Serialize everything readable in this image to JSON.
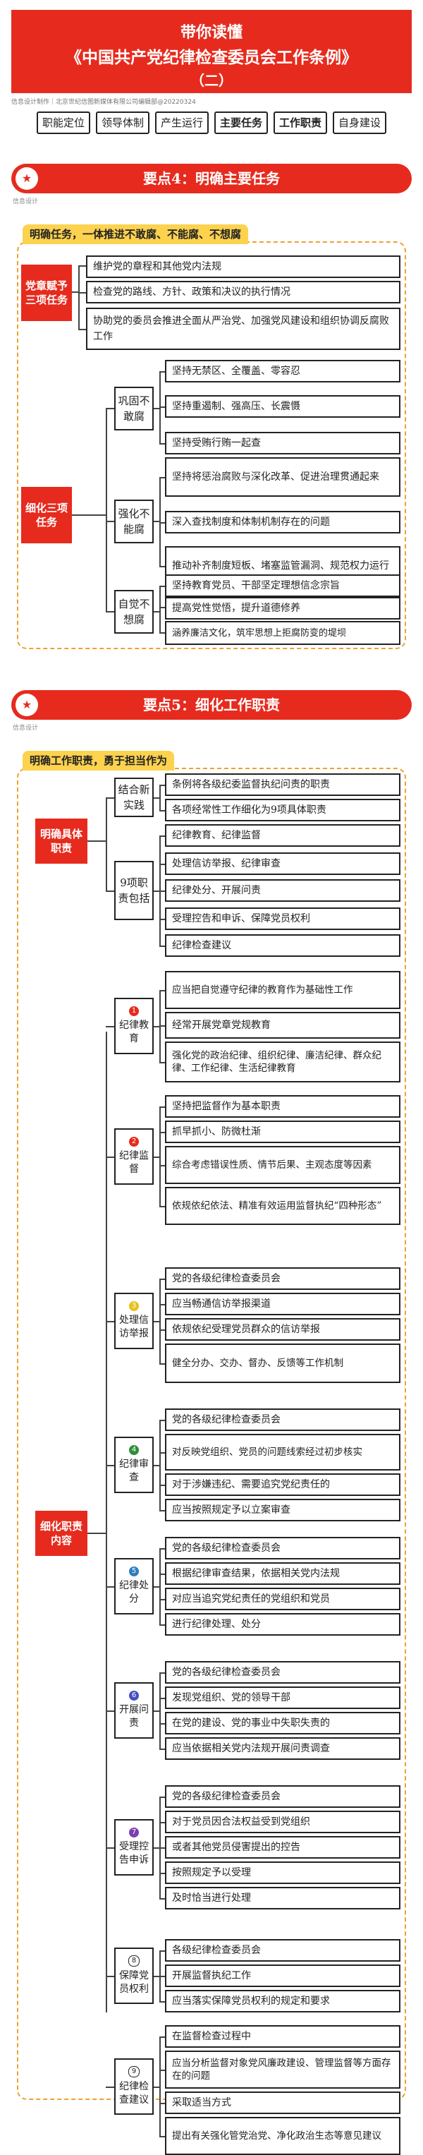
{
  "header": {
    "line1": "带你读懂",
    "line2": "《中国共产党纪律检查委员会工作条例》",
    "line3": "（二）",
    "credit": "信息设计制作｜北京世纪信图新媒体有限公司编辑部@20220324"
  },
  "nav": [
    "职能定位",
    "领导体制",
    "产生运行",
    "主要任务",
    "工作职责",
    "自身建设"
  ],
  "section1": {
    "banner": "要点4：明确主要任务",
    "source": "信息设计",
    "tab": "明确任务，一体推进不敢腐、不能腐、不想腐",
    "group1": {
      "label": "党章赋予三项任务",
      "items": [
        "维护党的章程和其他党内法规",
        "检查党的路线、方针、政策和决议的执行情况",
        "协助党的委员会推进全面从严治党、加强党风建设和组织协调反腐败工作"
      ]
    },
    "group2": {
      "label": "细化三项任务",
      "sub1": {
        "label": "巩固不敢腐",
        "items": [
          "坚持无禁区、全覆盖、零容忍",
          "坚持重遏制、强高压、长震慑",
          "坚持受贿行贿一起查"
        ]
      },
      "sub2": {
        "label": "强化不能腐",
        "items": [
          "坚持将惩治腐败与深化改革、促进治理贯通起来",
          "深入查找制度和体制机制存在的问题",
          "推动补齐制度短板、堵塞监管漏洞、规范权力运行"
        ]
      },
      "sub3": {
        "label": "自觉不想腐",
        "items": [
          "坚持教育党员、干部坚定理想信念宗旨",
          "提高党性觉悟，提升道德修养",
          "涵养廉洁文化，筑牢思想上拒腐防变的堤坝"
        ]
      }
    }
  },
  "section2": {
    "banner": "要点5：细化工作职责",
    "source": "信息设计",
    "tab": "明确工作职责，勇于担当作为",
    "group1": {
      "label": "明确具体职责",
      "sub1": {
        "label": "结合新实践",
        "items": [
          "条例将各级纪委监督执纪问责的职责",
          "各项经常性工作细化为9项具体职责"
        ]
      },
      "sub2": {
        "label": "9项职责包括",
        "items": [
          "纪律教育、纪律监督",
          "处理信访举报、纪律审查",
          "纪律处分、开展问责",
          "受理控告和申诉、保障党员权利",
          "纪律检查建议"
        ]
      }
    },
    "group2": {
      "label": "细化职责内容",
      "subs": [
        {
          "num": "1",
          "label": "纪律教育",
          "items": [
            "应当把自觉遵守纪律的教育作为基础性工作",
            "经常开展党章党规教育",
            "强化党的政治纪律、组织纪律、廉洁纪律、群众纪律、工作纪律、生活纪律教育"
          ]
        },
        {
          "num": "2",
          "label": "纪律监督",
          "items": [
            "坚持把监督作为基本职责",
            "抓早抓小、防微杜渐",
            "综合考虑错误性质、情节后果、主观态度等因素",
            "依规依纪依法、精准有效运用监督执纪“四种形态”"
          ]
        },
        {
          "num": "3",
          "label": "处理信访举报",
          "items": [
            "党的各级纪律检查委员会",
            "应当畅通信访举报渠道",
            "依规依纪受理党员群众的信访举报",
            "健全分办、交办、督办、反馈等工作机制"
          ]
        },
        {
          "num": "4",
          "label": "纪律审查",
          "items": [
            "党的各级纪律检查委员会",
            "对反映党组织、党员的问题线索经过初步核实",
            "对于涉嫌违纪、需要追究党纪责任的",
            "应当按照规定予以立案审查"
          ]
        },
        {
          "num": "5",
          "label": "纪律处分",
          "items": [
            "党的各级纪律检查委员会",
            "根据纪律审查结果，依据相关党内法规",
            "对应当追究党纪责任的党组织和党员",
            "进行纪律处理、处分"
          ]
        },
        {
          "num": "6",
          "label": "开展问责",
          "items": [
            "党的各级纪律检查委员会",
            "发现党组织、党的领导干部",
            "在党的建设、党的事业中失职失责的",
            "应当依据相关党内法规开展问责调查"
          ]
        },
        {
          "num": "7",
          "label": "受理控告申诉",
          "items": [
            "党的各级纪律检查委员会",
            "对于党员因合法权益受到党组织",
            "或者其他党员侵害提出的控告",
            "按照规定予以受理",
            "及时恰当进行处理"
          ]
        },
        {
          "num": "8",
          "label": "保障党员权利",
          "items": [
            "各级纪律检查委员会",
            "开展监督执纪工作",
            "应当落实保障党员权利的规定和要求"
          ]
        },
        {
          "num": "9",
          "label": "纪律检查建议",
          "items": [
            "在监督检查过程中",
            "应当分析监督对象党风廉政建设、管理监督等方面存在的问题",
            "采取适当方式",
            "提出有关强化管党治党、净化政治生态等意见建议"
          ]
        }
      ]
    }
  },
  "colors": {
    "red": "#e62b1e",
    "yellow": "#fcd24f",
    "dash": "#f0a030"
  }
}
